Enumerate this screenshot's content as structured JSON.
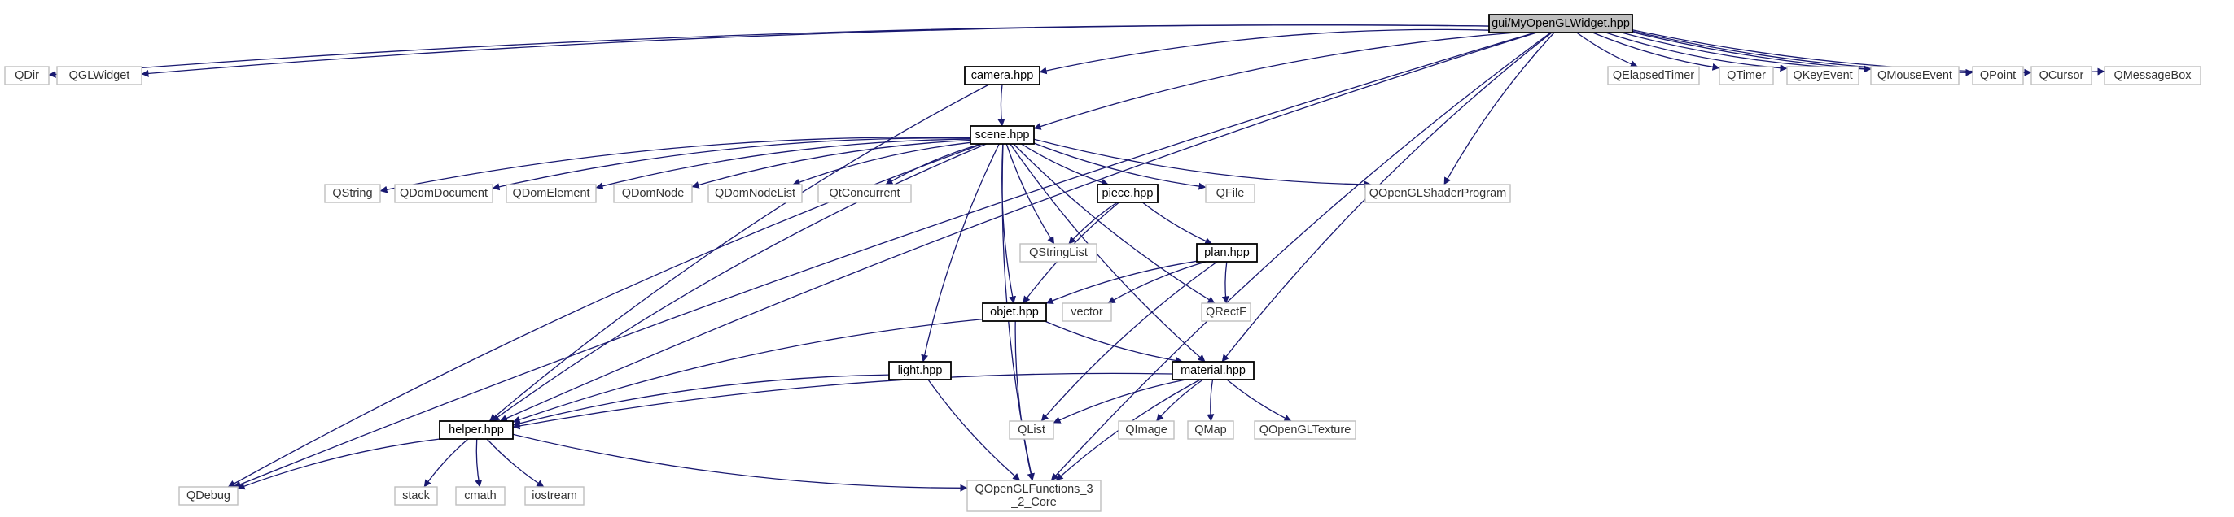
{
  "colors": {
    "edge": "#191970",
    "root_fill": "#bfbfbf",
    "local_border": "#000000",
    "external_border": "#bfbfbf"
  },
  "nodes": {
    "root": {
      "label": "gui/MyOpenGLWidget.hpp",
      "kind": "root"
    },
    "qdir": {
      "label": "QDir",
      "kind": "external"
    },
    "qglwidget": {
      "label": "QGLWidget",
      "kind": "external"
    },
    "camera": {
      "label": "camera.hpp",
      "kind": "local"
    },
    "qelapsedtimer": {
      "label": "QElapsedTimer",
      "kind": "external"
    },
    "qtimer": {
      "label": "QTimer",
      "kind": "external"
    },
    "qkeyevent": {
      "label": "QKeyEvent",
      "kind": "external"
    },
    "qmouseevent": {
      "label": "QMouseEvent",
      "kind": "external"
    },
    "qpoint": {
      "label": "QPoint",
      "kind": "external"
    },
    "qcursor": {
      "label": "QCursor",
      "kind": "external"
    },
    "qmessagebox": {
      "label": "QMessageBox",
      "kind": "external"
    },
    "scene": {
      "label": "scene.hpp",
      "kind": "local"
    },
    "qstring": {
      "label": "QString",
      "kind": "external"
    },
    "qdomdocument": {
      "label": "QDomDocument",
      "kind": "external"
    },
    "qdomelement": {
      "label": "QDomElement",
      "kind": "external"
    },
    "qdomnode": {
      "label": "QDomNode",
      "kind": "external"
    },
    "qdomnodelist": {
      "label": "QDomNodeList",
      "kind": "external"
    },
    "qtconcurrent": {
      "label": "QtConcurrent",
      "kind": "external"
    },
    "piece": {
      "label": "piece.hpp",
      "kind": "local"
    },
    "qfile": {
      "label": "QFile",
      "kind": "external"
    },
    "qopenglshader": {
      "label": "QOpenGLShaderProgram",
      "kind": "external"
    },
    "qstringlist": {
      "label": "QStringList",
      "kind": "external"
    },
    "plan": {
      "label": "plan.hpp",
      "kind": "local"
    },
    "objet": {
      "label": "objet.hpp",
      "kind": "local"
    },
    "vector": {
      "label": "vector",
      "kind": "external"
    },
    "qrectf": {
      "label": "QRectF",
      "kind": "external"
    },
    "light": {
      "label": "light.hpp",
      "kind": "local"
    },
    "material": {
      "label": "material.hpp",
      "kind": "local"
    },
    "qlist": {
      "label": "QList",
      "kind": "external"
    },
    "qimage": {
      "label": "QImage",
      "kind": "external"
    },
    "qmap": {
      "label": "QMap",
      "kind": "external"
    },
    "qopengltexture": {
      "label": "QOpenGLTexture",
      "kind": "external"
    },
    "helper": {
      "label": "helper.hpp",
      "kind": "local"
    },
    "qdebug": {
      "label": "QDebug",
      "kind": "external"
    },
    "stack": {
      "label": "stack",
      "kind": "external"
    },
    "cmath": {
      "label": "cmath",
      "kind": "external"
    },
    "iostream": {
      "label": "iostream",
      "kind": "external"
    },
    "qopenglfunctions": {
      "label": [
        "QOpenGLFunctions_3",
        "_2_Core"
      ],
      "kind": "external"
    }
  },
  "edges": [
    [
      "root",
      "qdir"
    ],
    [
      "root",
      "qglwidget"
    ],
    [
      "root",
      "camera"
    ],
    [
      "root",
      "scene"
    ],
    [
      "root",
      "qopenglshader"
    ],
    [
      "root",
      "material"
    ],
    [
      "root",
      "qopenglfunctions"
    ],
    [
      "root",
      "qdebug"
    ],
    [
      "root",
      "helper"
    ],
    [
      "root",
      "qelapsedtimer"
    ],
    [
      "root",
      "qtimer"
    ],
    [
      "root",
      "qkeyevent"
    ],
    [
      "root",
      "qmouseevent"
    ],
    [
      "root",
      "qpoint"
    ],
    [
      "root",
      "qcursor"
    ],
    [
      "root",
      "qmessagebox"
    ],
    [
      "camera",
      "scene"
    ],
    [
      "camera",
      "helper"
    ],
    [
      "scene",
      "qstring"
    ],
    [
      "scene",
      "qdomdocument"
    ],
    [
      "scene",
      "qdomelement"
    ],
    [
      "scene",
      "qdomnode"
    ],
    [
      "scene",
      "qdomnodelist"
    ],
    [
      "scene",
      "qtconcurrent"
    ],
    [
      "scene",
      "piece"
    ],
    [
      "scene",
      "qfile"
    ],
    [
      "scene",
      "qopenglshader"
    ],
    [
      "scene",
      "qstringlist"
    ],
    [
      "scene",
      "objet"
    ],
    [
      "scene",
      "light"
    ],
    [
      "scene",
      "material"
    ],
    [
      "scene",
      "qrectf"
    ],
    [
      "scene",
      "helper"
    ],
    [
      "scene",
      "qdebug"
    ],
    [
      "scene",
      "qopenglfunctions"
    ],
    [
      "piece",
      "qstringlist"
    ],
    [
      "piece",
      "plan"
    ],
    [
      "piece",
      "objet"
    ],
    [
      "plan",
      "objet"
    ],
    [
      "plan",
      "vector"
    ],
    [
      "plan",
      "qrectf"
    ],
    [
      "plan",
      "qlist"
    ],
    [
      "objet",
      "helper"
    ],
    [
      "objet",
      "material"
    ],
    [
      "objet",
      "qopenglfunctions"
    ],
    [
      "light",
      "helper"
    ],
    [
      "light",
      "qopenglfunctions"
    ],
    [
      "material",
      "helper"
    ],
    [
      "material",
      "qlist"
    ],
    [
      "material",
      "qimage"
    ],
    [
      "material",
      "qmap"
    ],
    [
      "material",
      "qopengltexture"
    ],
    [
      "material",
      "qopenglfunctions"
    ],
    [
      "helper",
      "qdebug"
    ],
    [
      "helper",
      "stack"
    ],
    [
      "helper",
      "cmath"
    ],
    [
      "helper",
      "iostream"
    ],
    [
      "helper",
      "qopenglfunctions"
    ]
  ]
}
